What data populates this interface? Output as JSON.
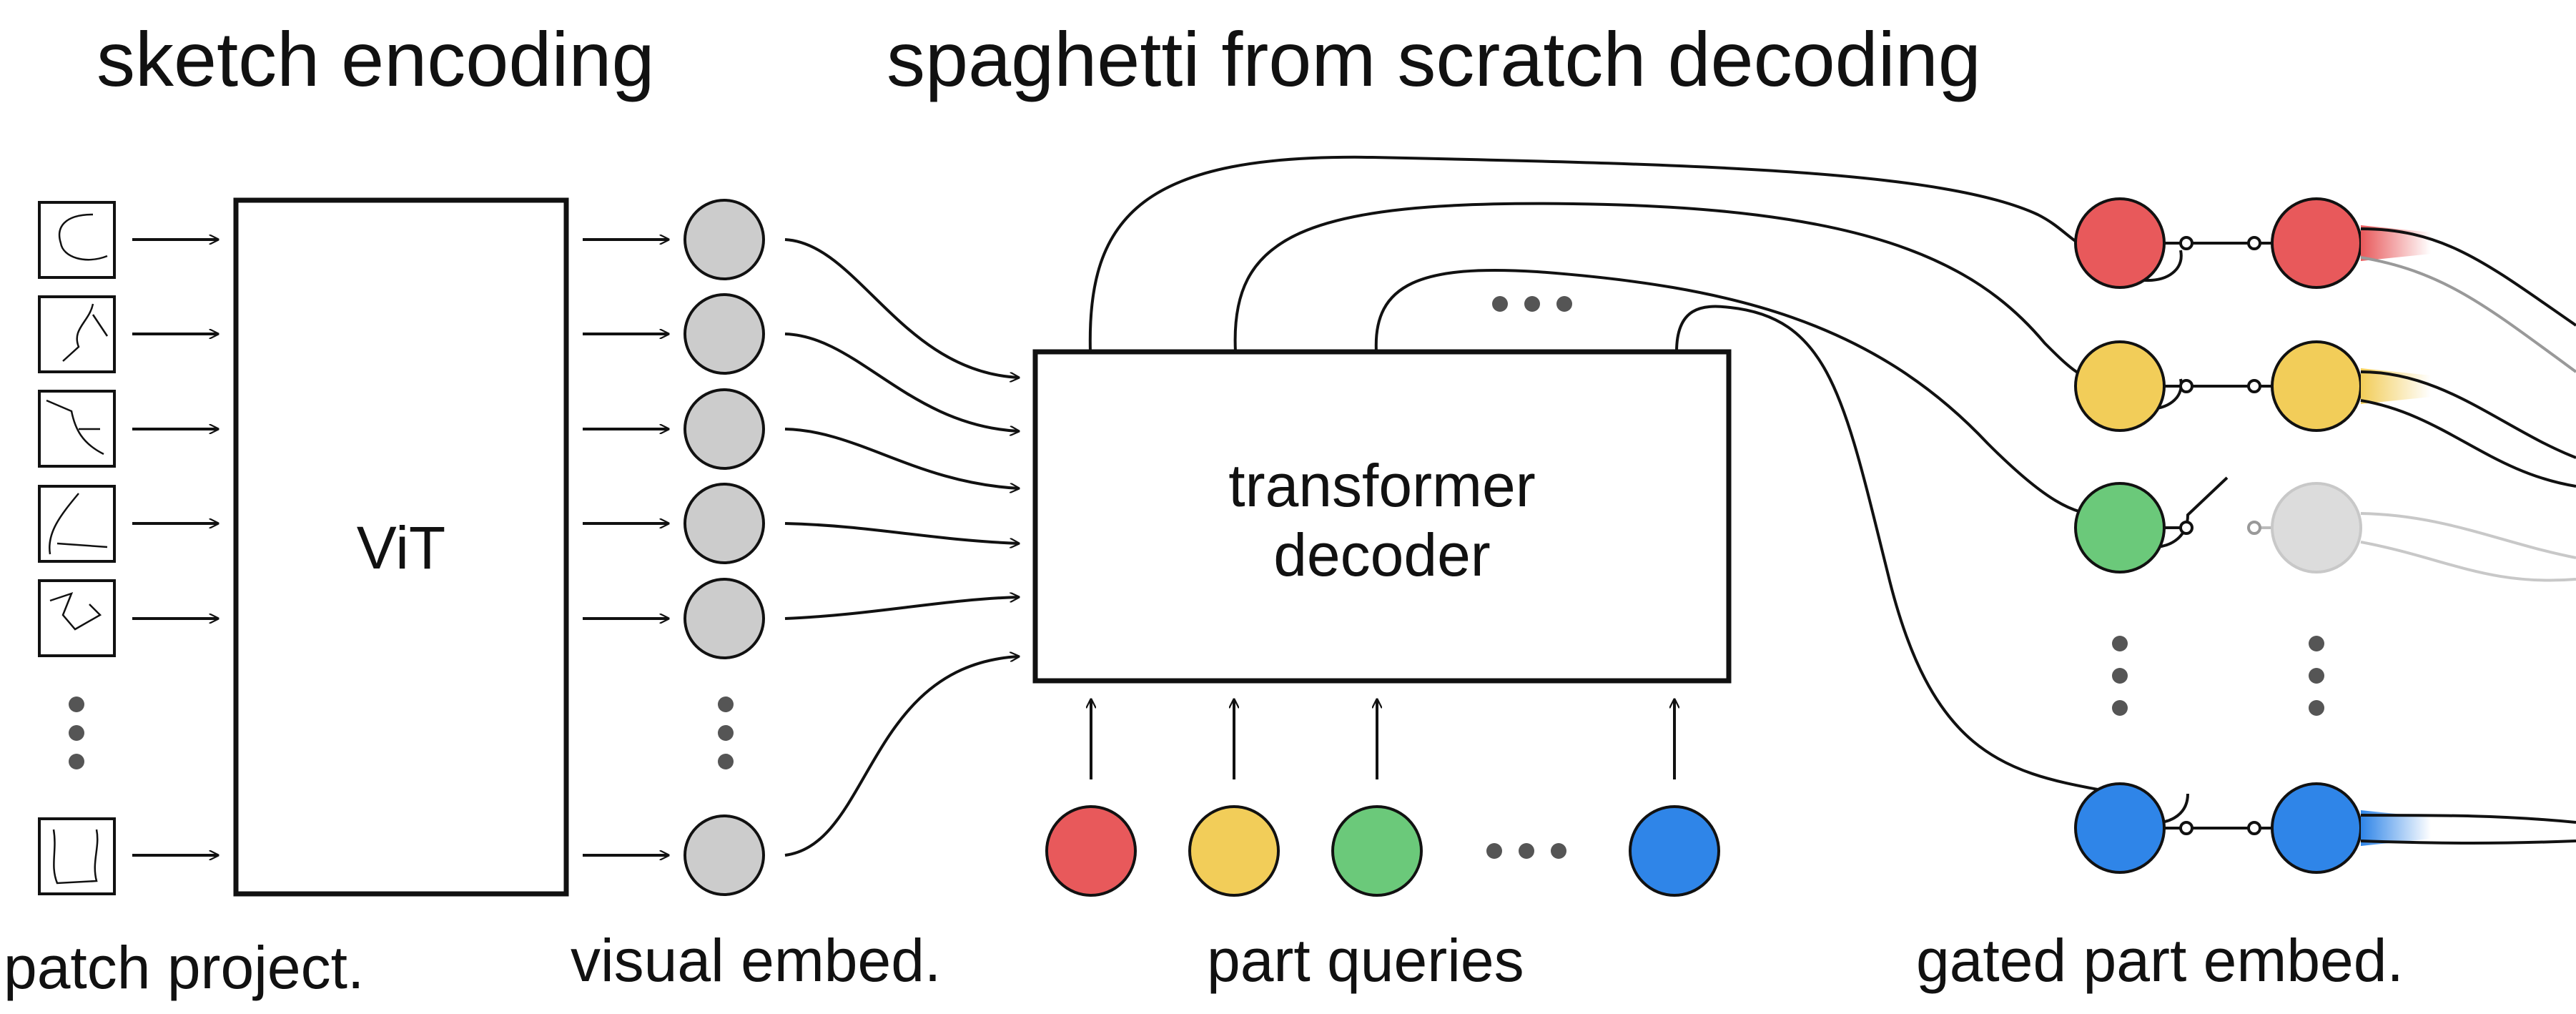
{
  "titles": {
    "encoding": "sketch encoding",
    "decoding": "spaghetti from scratch decoding"
  },
  "blocks": {
    "vit": "ViT",
    "decoder_line1": "transformer",
    "decoder_line2": "decoder"
  },
  "labels": {
    "patch": "patch project.",
    "visual": "visual embed.",
    "queries": "part queries",
    "gated": "gated part embed."
  },
  "colors": {
    "red": "#e8595b",
    "yellow": "#f2cd59",
    "green": "#6bc97a",
    "blue": "#2f85e8",
    "gray": "#cccccc",
    "light_gray": "#dcdcdc",
    "stroke": "#111111"
  },
  "part_queries": [
    "red",
    "yellow",
    "green",
    "blue"
  ],
  "gated_rows": [
    {
      "color": "red",
      "gate": "open"
    },
    {
      "color": "yellow",
      "gate": "open"
    },
    {
      "color": "green",
      "gate": "closed"
    },
    {
      "color": "blue",
      "gate": "open"
    }
  ]
}
